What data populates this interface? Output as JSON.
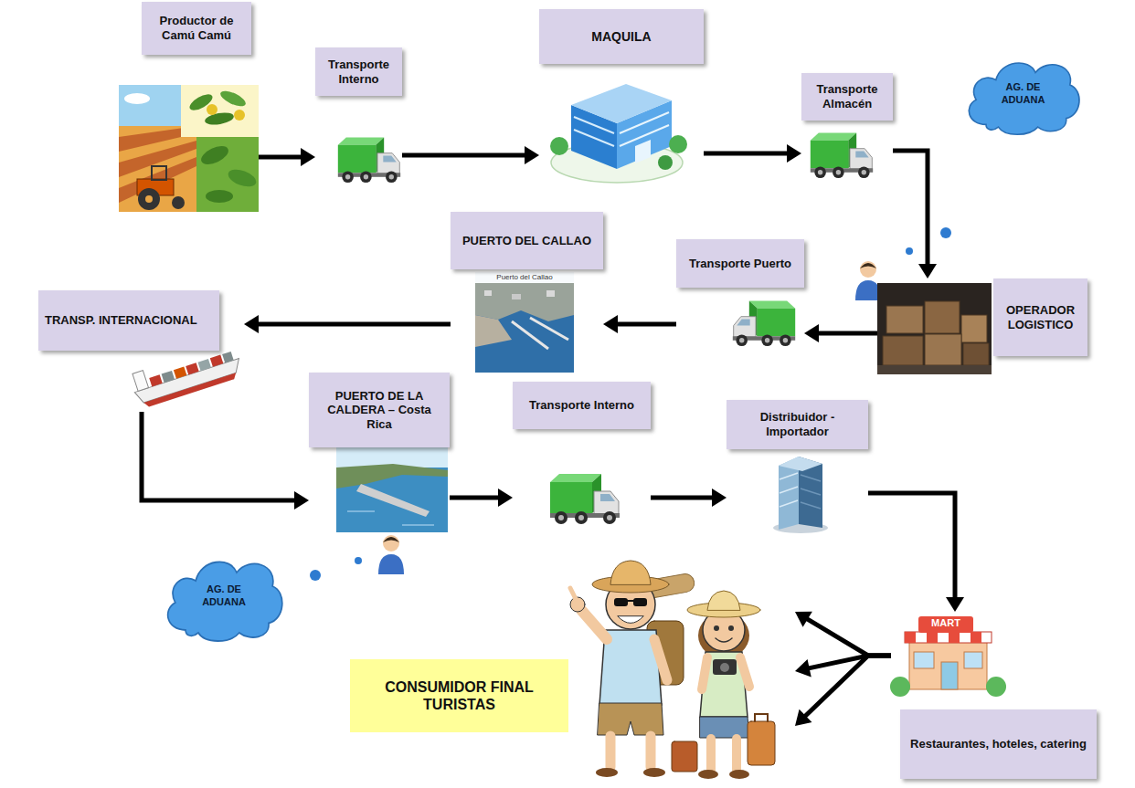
{
  "diagram": {
    "nodes": [
      {
        "text": [
          "Productor de Camú Camú"
        ]
      },
      {
        "text": [
          "Transporte Interno"
        ]
      },
      {
        "text": [
          "MAQUILA"
        ]
      },
      {
        "text": [
          "Transporte Almacén"
        ]
      },
      {
        "text": [
          "AG. DE ADUANA"
        ]
      },
      {
        "text": [
          "PUERTO DEL CALLAO"
        ]
      },
      {
        "text": [
          "Transporte Puerto"
        ]
      },
      {
        "text": [
          "OPERADOR LOGISTICO"
        ]
      },
      {
        "text": [
          "TRANSP. INTERNACIONAL"
        ]
      },
      {
        "text": [
          "PUERTO DE LA CALDERA – Costa Rica"
        ]
      },
      {
        "text": [
          "Transporte Interno"
        ]
      },
      {
        "text": [
          "Distribuidor - Importador"
        ]
      },
      {
        "text": [
          "AG. DE ADUANA"
        ]
      },
      {
        "text": [
          "CONSUMIDOR FINAL TURISTAS"
        ]
      },
      {
        "text": [
          "Restaurantes, hoteles, catering"
        ]
      }
    ],
    "edges": [
      {
        "from": 0,
        "to": 1,
        "arrow": "to"
      },
      {
        "from": 1,
        "to": 2,
        "arrow": "to"
      },
      {
        "from": 2,
        "to": 3,
        "arrow": "to"
      },
      {
        "from": 3,
        "to": 7,
        "arrow": "to"
      },
      {
        "from": 7,
        "to": 6,
        "arrow": "to"
      },
      {
        "from": 6,
        "to": 5,
        "arrow": "to"
      },
      {
        "from": 5,
        "to": 8,
        "arrow": "to"
      },
      {
        "from": 8,
        "to": 9,
        "arrow": "to"
      },
      {
        "from": 9,
        "to": 10,
        "arrow": "to"
      },
      {
        "from": 10,
        "to": 11,
        "arrow": "to"
      },
      {
        "from": 11,
        "to": 14,
        "arrow": "to"
      },
      {
        "from": 14,
        "to": 13,
        "arrow": "to"
      }
    ],
    "labels": [
      "Puerto del Callao",
      "MART"
    ]
  }
}
